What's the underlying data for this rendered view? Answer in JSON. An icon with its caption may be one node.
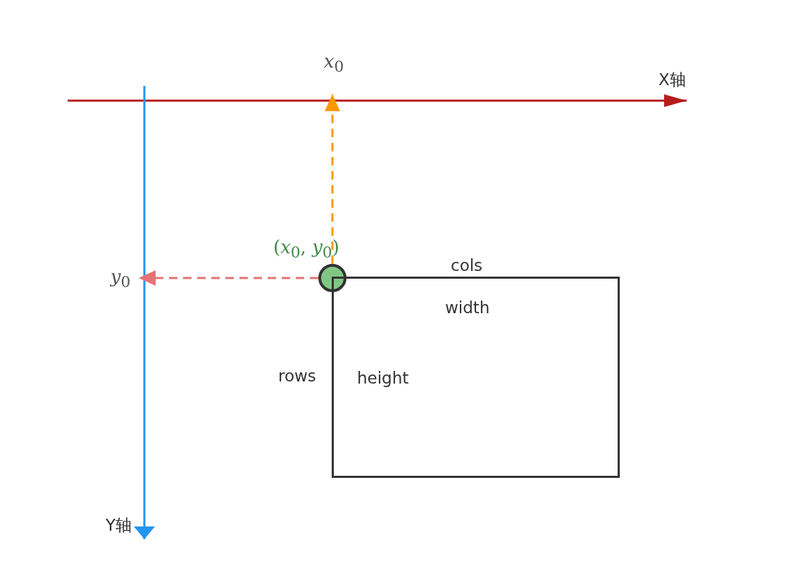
{
  "diagram": {
    "nodes": [
      {
        "text": [],
        "shape": "circle"
      },
      {
        "text": [
          "*x*$_{0}$"
        ]
      },
      {
        "text": [
          "*y*$_{0}$"
        ]
      },
      {
        "text": [
          "width",
          "height"
        ]
      }
    ],
    "edges": [
      {
        "from": 0,
        "to": 1,
        "arrow": "to",
        "style": "dashed",
        "color": "#ff9800"
      },
      {
        "from": 0,
        "to": 2,
        "arrow": "to",
        "style": "dashed",
        "color": "#e57373"
      }
    ],
    "labels": [
      "X轴",
      "(*x*$_{0}$, *y*$_{0}$)",
      "cols",
      "rows",
      "Y轴"
    ]
  }
}
